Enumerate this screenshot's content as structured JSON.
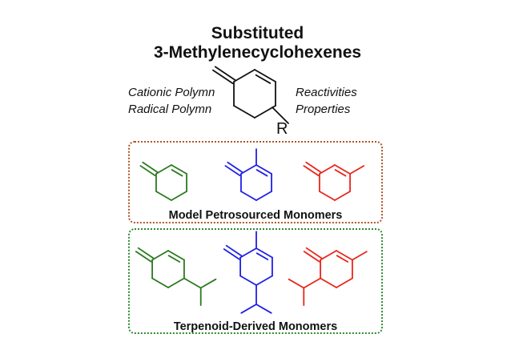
{
  "title": {
    "line1": "Substituted",
    "line2": "3-Methylenecyclohexenes"
  },
  "left_labels": [
    "Cationic Polymn",
    "Radical Polymn"
  ],
  "right_labels": [
    "Reactivities",
    "Properties"
  ],
  "core": {
    "substituent_label": "R"
  },
  "colors": {
    "core": "#111111",
    "green": "#2a7a1e",
    "blue": "#1f1fe6",
    "red": "#e8261c",
    "box_petro": "#b0552a",
    "box_terpenoid": "#2d8a2d"
  },
  "boxes": [
    {
      "label": "Model Petrosourced Monomers"
    },
    {
      "label": "Terpenoid-Derived Monomers"
    }
  ]
}
